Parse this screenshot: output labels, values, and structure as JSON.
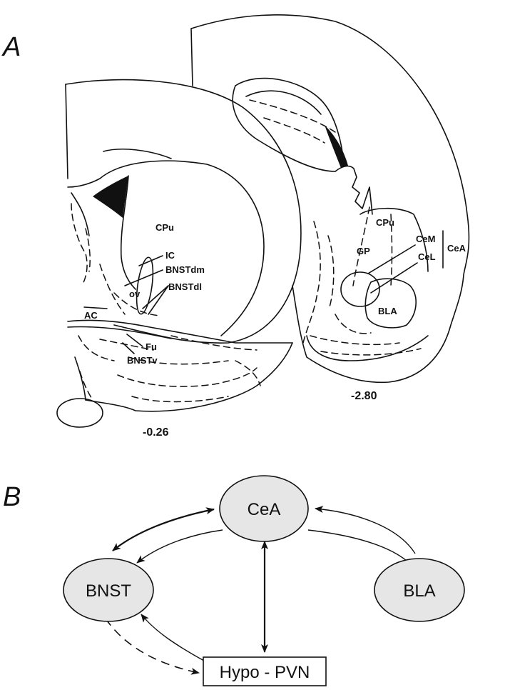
{
  "panel_a": {
    "label": "A",
    "section_left": {
      "coordinate": "-0.26",
      "labels": {
        "cpu": "CPu",
        "ic": "IC",
        "bnstdm": "BNSTdm",
        "ov": "ov",
        "bnstdl": "BNSTdl",
        "ac": "AC",
        "fu": "Fu",
        "bnstv": "BNSTv"
      }
    },
    "section_right": {
      "coordinate": "-2.80",
      "labels": {
        "cpu": "CPu",
        "gp": "GP",
        "cem": "CeM",
        "cel": "CeL",
        "cea": "CeA",
        "bla": "BLA"
      }
    }
  },
  "panel_b": {
    "label": "B",
    "nodes": {
      "cea": "CeA",
      "bnst": "BNST",
      "bla": "BLA",
      "hypo": "Hypo - PVN"
    },
    "colors": {
      "node_fill": "#e6e6e6",
      "stroke": "#111111"
    }
  }
}
